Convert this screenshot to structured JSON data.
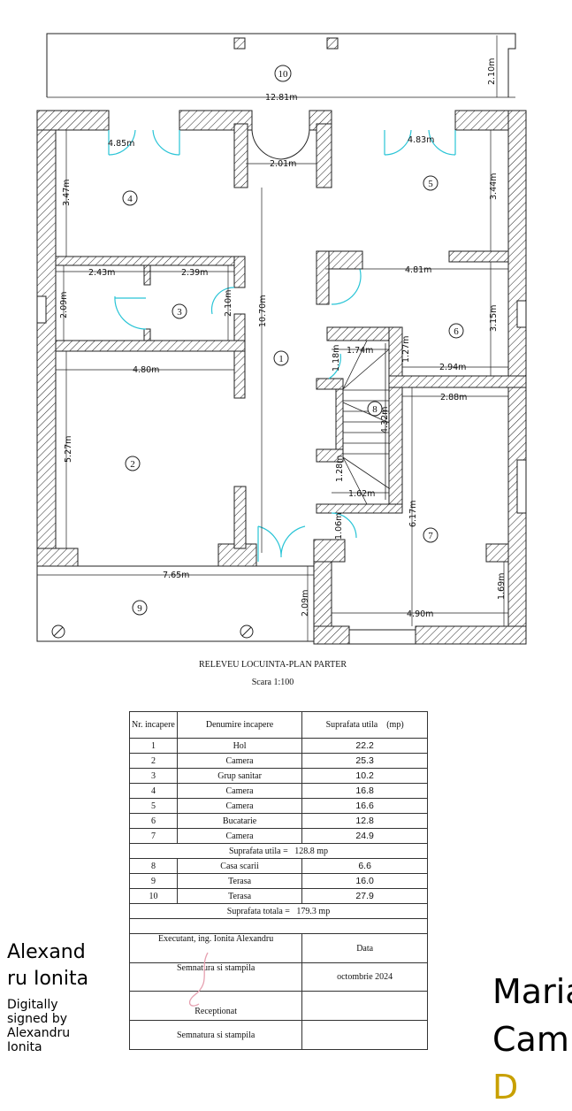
{
  "plan": {
    "title": "RELEVEU LOCUINTA-PLAN PARTER",
    "scale": "Scara 1:100",
    "rooms": [
      "1",
      "2",
      "3",
      "4",
      "5",
      "6",
      "7",
      "8",
      "9",
      "10"
    ],
    "dims": {
      "d12_81": "12.81m",
      "d2_10a": "2.10m",
      "d4_85": "4.85m",
      "d4_83": "4.83m",
      "d2_01": "2.01m",
      "d3_47": "3.47m",
      "d3_44": "3.44m",
      "d2_43": "2.43m",
      "d2_39": "2.39m",
      "d2_09a": "2.09m",
      "d2_10b": "2.10m",
      "d4_81": "4.81m",
      "d3_15": "3.15m",
      "d10_70": "10.70m",
      "d4_80": "4.80m",
      "d1_74": "1.74m",
      "d1_18": "1.18m",
      "d1_27": "1.27m",
      "d2_94": "2.94m",
      "d2_88": "2.88m",
      "d4_32": "4.32m",
      "d5_27": "5.27m",
      "d1_28": "1.28m",
      "d1_62": "1.62m",
      "d6_17": "6.17m",
      "d1_06": "1.06m",
      "d7_65": "7.65m",
      "d2_09b": "2.09m",
      "d1_69": "1.69m",
      "d4_90": "4.90m"
    },
    "colors": {
      "door": "#29c4d6",
      "wall": "#222222"
    }
  },
  "table": {
    "headers": [
      "Nr. incapere",
      "Denumire incapere",
      "Suprafata utila    (mp)"
    ],
    "rows": [
      {
        "nr": "1",
        "name": "Hol",
        "area": "22.2"
      },
      {
        "nr": "2",
        "name": "Camera",
        "area": "25.3"
      },
      {
        "nr": "3",
        "name": "Grup sanitar",
        "area": "10.2"
      },
      {
        "nr": "4",
        "name": "Camera",
        "area": "16.8"
      },
      {
        "nr": "5",
        "name": "Camera",
        "area": "16.6"
      },
      {
        "nr": "6",
        "name": "Bucatarie",
        "area": "12.8"
      },
      {
        "nr": "7",
        "name": "Camera",
        "area": "24.9"
      }
    ],
    "subtotal": "Suprafata utila =   128.8 mp",
    "rows2": [
      {
        "nr": "8",
        "name": "Casa scarii",
        "area": "6.6"
      },
      {
        "nr": "9",
        "name": "Terasa",
        "area": "16.0"
      },
      {
        "nr": "10",
        "name": "Terasa",
        "area": "27.9"
      }
    ],
    "total": "Suprafata totala =   179.3 mp",
    "executant": "Executant, ing. Ionita Alexandru",
    "data_label": "Data",
    "semnatura1": "Semnatura si stampila",
    "date_value": "octombrie 2024",
    "receptionat": "Receptionat",
    "semnatura2": "Semnatura si stampila"
  },
  "signature": {
    "name_line1": "Alexand",
    "name_line2": "ru Ionita",
    "digital_line1": "Digitally",
    "digital_line2": "signed by",
    "digital_line3": "Alexandru",
    "digital_line4": "Ionita"
  },
  "side_text": [
    "Maria",
    "Cam",
    "D"
  ]
}
